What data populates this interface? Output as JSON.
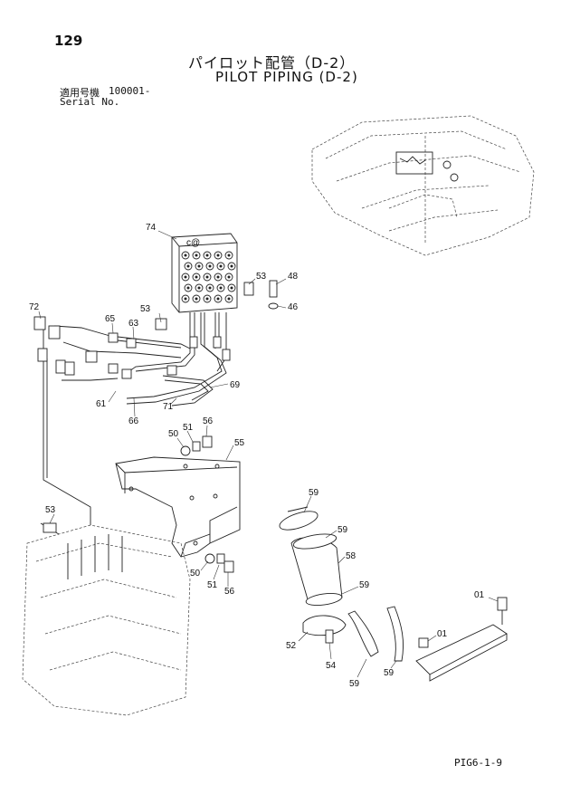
{
  "header": {
    "page_number": "129",
    "title_jp": "パイロット配管（D-2）",
    "title_en": "PILOT PIPING (D-2)",
    "serial_label_jp": "適用号機",
    "serial_range": "100001-",
    "serial_label_en": "Serial No."
  },
  "callouts": {
    "c74": "74",
    "c53a": "53",
    "c48": "48",
    "c46": "46",
    "c53b": "53",
    "c72": "72",
    "c65": "65",
    "c63": "63",
    "c69": "69",
    "c71": "71",
    "c61": "61",
    "c66": "66",
    "c50a": "50",
    "c51a": "51",
    "c56a": "56",
    "c55": "55",
    "c53c": "53",
    "c59a": "59",
    "c59b": "59",
    "c58": "58",
    "c59c": "59",
    "c50b": "50",
    "c51b": "51",
    "c56b": "56",
    "c01a": "01",
    "c01b": "01",
    "c52": "52",
    "c54": "54",
    "c59d": "59",
    "c59e": "59"
  },
  "footer": {
    "code": "PIG6-1-9"
  }
}
